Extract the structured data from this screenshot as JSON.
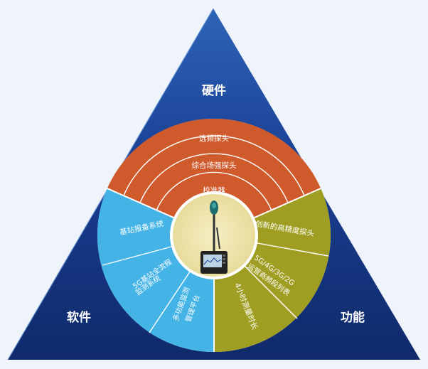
{
  "corners": {
    "top": "硬件",
    "left": "软件",
    "right": "功能"
  },
  "hardware": [
    "选频探头",
    "综合场强探头",
    "校准器"
  ],
  "software": [
    "基站报备系统",
    "5G基站全流程",
    "监测系统",
    "多功能监测",
    "管理平台"
  ],
  "functions": [
    "创新的高精度探头",
    "5G/4G/3G/2G",
    "运营商频段列表",
    "4小时测量时长"
  ],
  "colors": {
    "triangle_top": "#1a3f93",
    "triangle_bottom": "#102a6a",
    "hardware": "#cf5a2c",
    "software": "#44b3e6",
    "functions": "#9f9e22",
    "center": "#ede3a7"
  }
}
